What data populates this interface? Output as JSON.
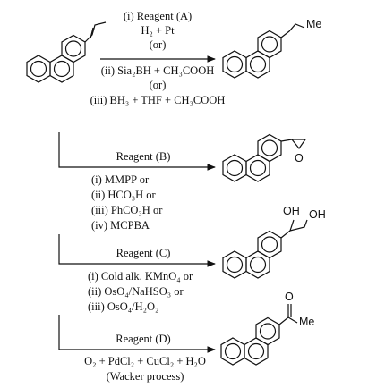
{
  "reactions": [
    {
      "reagent_label": "(i) Reagent (A)",
      "conditions": {
        "i_line": "H₂ + Pt",
        "or1": "(or)",
        "ii_line": "(ii) Sia₂BH + CH₃COOH",
        "or2": "(or)",
        "iii_line": "(iii) BH₃ + THF + CH₃COOH"
      },
      "product_group": "Me"
    },
    {
      "reagent_label": "Reagent (B)",
      "conditions": [
        "(i) MMPP or",
        "(ii) HCO₃H or",
        "(iii) PhCO₃H or",
        "(iv) MCPBA"
      ],
      "product_group": "O"
    },
    {
      "reagent_label": "Reagent (C)",
      "conditions": [
        "(i) Cold alk. KMnO₄ or",
        "(ii) OsO₄/NaHSO₃ or",
        "(iii) OsO₄/H₂O₂"
      ],
      "product_groups": [
        "OH",
        "OH"
      ]
    },
    {
      "reagent_label": "Reagent (D)",
      "conditions": [
        "O₂ + PdCl₂ + CuCl₂ + H₂O",
        "(Wacker process)"
      ],
      "product_groups": [
        "O",
        "Me"
      ]
    }
  ]
}
